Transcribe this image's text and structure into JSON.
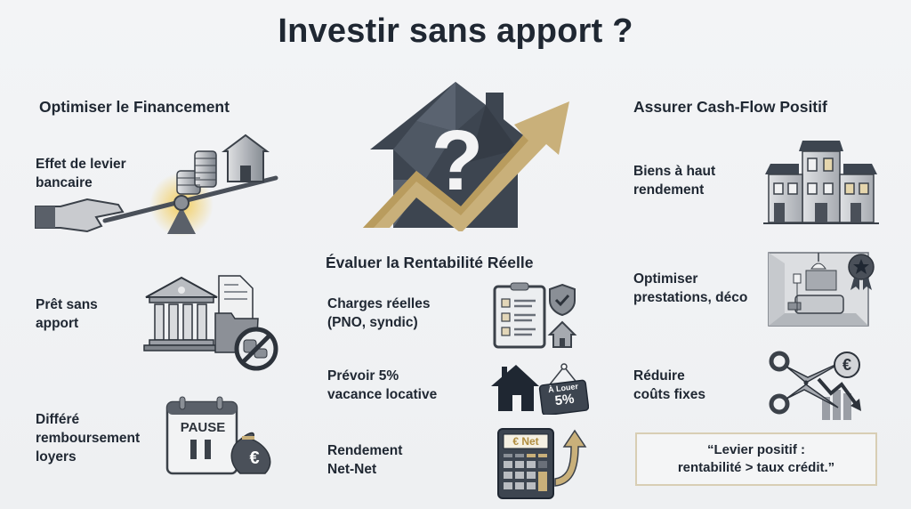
{
  "title": "Investir sans apport ?",
  "colors": {
    "dark": "#1f2732",
    "slate": "#434b57",
    "gray": "#8a8f96",
    "gold": "#c9b07a",
    "glow": "#f2c94c",
    "background": "#f1f2f4"
  },
  "left": {
    "heading": "Optimiser le Financement",
    "items": [
      {
        "line1": "Effet de levier",
        "line2": "bancaire",
        "icon": "lever-hand-coins-house-icon"
      },
      {
        "line1": "Prêt sans",
        "line2": "apport",
        "icon": "bank-folder-no-coins-icon"
      },
      {
        "line1": "Différé",
        "line2": "remboursement",
        "line3": "loyers",
        "icon": "calendar-pause-money-bag-icon"
      }
    ]
  },
  "center": {
    "hero_icon": "house-question-rising-arrow-icon",
    "hero_glyph": "?",
    "heading": "Évaluer la Rentabilité Réelle",
    "items": [
      {
        "line1": "Charges réelles",
        "line2": "(PNO, syndic)",
        "icon": "clipboard-shield-house-icon"
      },
      {
        "line1": "Prévoir 5%",
        "line2": "vacance locative",
        "icon": "house-for-rent-sign-icon",
        "sign_line1": "À Louer",
        "sign_line2": "5%"
      },
      {
        "line1": "Rendement",
        "line2": "Net-Net",
        "icon": "calculator-arrow-up-icon",
        "screen": "€ Net"
      }
    ]
  },
  "right": {
    "heading": "Assurer Cash-Flow Positif",
    "items": [
      {
        "line1": "Biens à haut",
        "line2": "rendement",
        "icon": "apartment-building-icon"
      },
      {
        "line1": "Optimiser",
        "line2": "prestations, déco",
        "icon": "living-room-award-icon"
      },
      {
        "line1": "Réduire",
        "line2": "coûts fixes",
        "icon": "scissors-euro-down-chart-icon"
      }
    ],
    "quote_line1": "“Levier positif :",
    "quote_line2": "rentabilité > taux crédit.”"
  },
  "pause_label": "PAUSE",
  "euro_glyph": "€"
}
